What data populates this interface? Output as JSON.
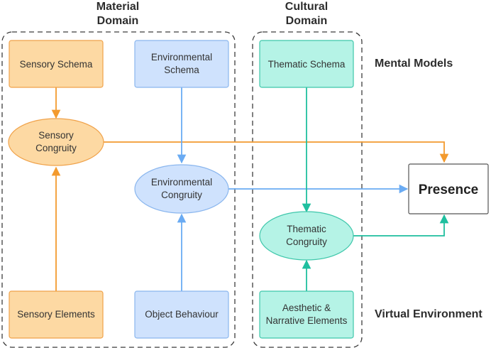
{
  "domains": {
    "material": {
      "line1": "Material",
      "line2": "Domain"
    },
    "cultural": {
      "line1": "Cultural",
      "line2": "Domain"
    }
  },
  "row_labels": {
    "mental_models": "Mental Models",
    "virtual_environment": "Virtual Environment"
  },
  "nodes": {
    "sensory_schema": {
      "line1": "Sensory Schema"
    },
    "environmental_schema": {
      "line1": "Environmental",
      "line2": "Schema"
    },
    "thematic_schema": {
      "line1": "Thematic Schema"
    },
    "sensory_congruity": {
      "line1": "Sensory",
      "line2": "Congruity"
    },
    "environmental_congruity": {
      "line1": "Environmental",
      "line2": "Congruity"
    },
    "thematic_congruity": {
      "line1": "Thematic",
      "line2": "Congruity"
    },
    "sensory_elements": {
      "line1": "Sensory Elements"
    },
    "object_behaviour": {
      "line1": "Object Behaviour"
    },
    "aesthetic_narrative": {
      "line1": "Aesthetic &",
      "line2": "Narrative Elements"
    },
    "presence": {
      "line1": "Presence"
    }
  },
  "colors": {
    "orange_fill": "#fdd9a3",
    "orange_stroke": "#f0a24a",
    "orange_arrow": "#f39a2e",
    "blue_fill": "#cfe2fd",
    "blue_stroke": "#8ab6ee",
    "blue_arrow": "#6aabf3",
    "teal_fill": "#b5f3e6",
    "teal_stroke": "#3fc7ab",
    "teal_arrow": "#1fbf9f",
    "dash_stroke": "#3d3d3d"
  }
}
